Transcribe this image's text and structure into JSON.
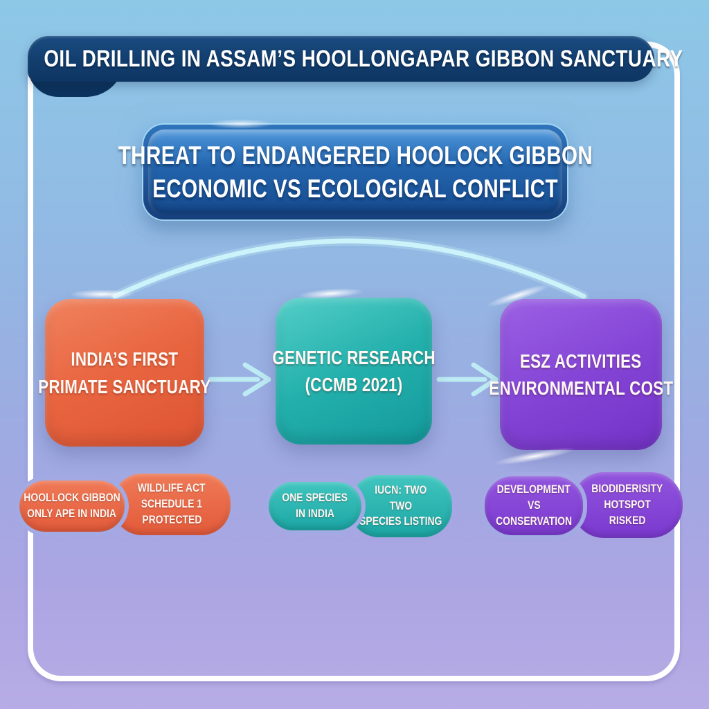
{
  "palette": {
    "background_top": "#8DC8E7",
    "background_bottom": "#B7ACE5",
    "banner_navy": "#123E6E",
    "title_blue": "#2365AE",
    "arc_cyan": "#C9F3F8",
    "frame_white": "#FFFFFF",
    "orange": "#E8643F",
    "teal": "#1FAAA7",
    "purple": "#8243D5"
  },
  "header": {
    "title": "OIL DRILLING IN ASSAM’S HOOLLONGAPAR GIBBON SANCTUARY"
  },
  "title_box": {
    "line1": "THREAT TO ENDANGERED HOOLOCK GIBBON",
    "line2": "ECONOMIC VS ECOLOGICAL CONFLICT"
  },
  "columns": [
    {
      "id": "sanctuary",
      "box": {
        "line1": "INDIA’S FIRST",
        "line2": "PRIMATE SANCTUARY"
      },
      "pills": [
        {
          "lines": [
            "HOOLLOCK GIBBON",
            "ONLY APE IN INDIA"
          ]
        },
        {
          "lines": [
            "WILDLIFE ACT",
            "SCHEDULE 1",
            "PROTECTED"
          ]
        }
      ]
    },
    {
      "id": "research",
      "box": {
        "line1": "GENETIC RESEARCH",
        "line2": "(CCMB 2021)"
      },
      "pills": [
        {
          "lines": [
            "ONE SPECIES",
            "IN INDIA"
          ]
        },
        {
          "lines": [
            "IUCN: TWO",
            "TWO",
            "SPECIES LISTING"
          ]
        }
      ]
    },
    {
      "id": "esz",
      "box": {
        "line1": "ESZ ACTIVITIES",
        "line2": "ENVIRONMENTAL COST"
      },
      "pills": [
        {
          "lines": [
            "DEVELOPMENT",
            "VS",
            "CONSERVATION"
          ]
        },
        {
          "lines": [
            "BIODIDERISITY",
            "HOTSPOT",
            "RISKED"
          ]
        }
      ]
    }
  ]
}
